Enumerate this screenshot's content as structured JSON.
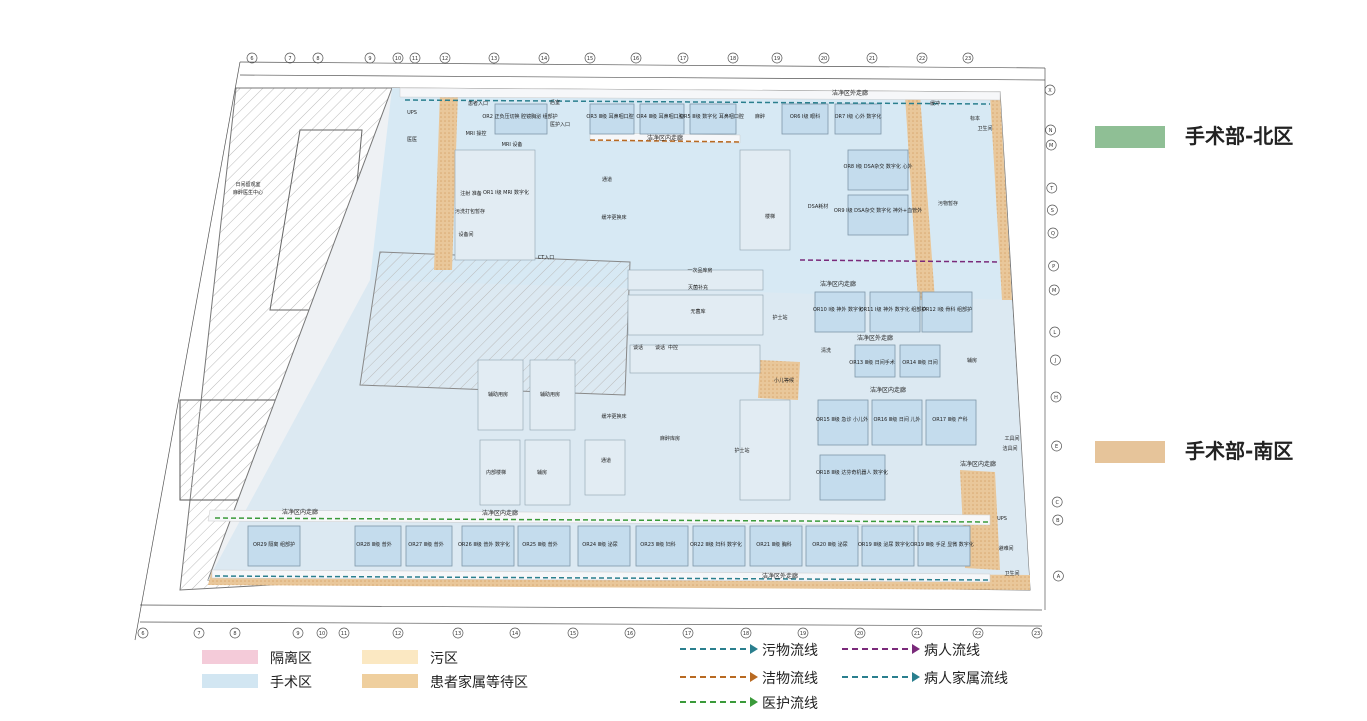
{
  "colors": {
    "north": "#8fbf95",
    "south": "#e6c49a",
    "isolation": "#f4cbd9",
    "surgery": "#d2e6f2",
    "dirty": "#fbe8c2",
    "waiting": "#efcf9e",
    "flow_dirty": "#2a7f8e",
    "flow_clean": "#b86a22",
    "flow_staff": "#3a9a3a",
    "flow_patient": "#7a2a7a",
    "flow_family": "#2a7f8e"
  },
  "side_legend": [
    {
      "label": "手术部-北区",
      "color_key": "north"
    },
    {
      "label": "手术部-南区",
      "color_key": "south"
    }
  ],
  "zone_legend": [
    {
      "label": "隔离区",
      "color_key": "isolation"
    },
    {
      "label": "手术区",
      "color_key": "surgery"
    },
    {
      "label": "污区",
      "color_key": "dirty"
    },
    {
      "label": "患者家属等待区",
      "color_key": "waiting"
    }
  ],
  "flow_legend": [
    {
      "label": "污物流线",
      "color_key": "flow_dirty"
    },
    {
      "label": "洁物流线",
      "color_key": "flow_clean"
    },
    {
      "label": "医护流线",
      "color_key": "flow_staff"
    },
    {
      "label": "病人流线",
      "color_key": "flow_patient"
    },
    {
      "label": "病人家属流线",
      "color_key": "flow_family"
    }
  ],
  "plan": {
    "top_grid": [
      "6",
      "7",
      "8",
      "9",
      "10",
      "11",
      "12",
      "13",
      "14",
      "15",
      "16",
      "17",
      "18",
      "19",
      "20",
      "21",
      "22",
      "23"
    ],
    "bottom_grid": [
      "6",
      "7",
      "8",
      "9",
      "10",
      "11",
      "12",
      "13",
      "14",
      "15",
      "16",
      "17",
      "18",
      "19",
      "20",
      "21",
      "22",
      "23"
    ],
    "right_grid": [
      "X",
      "N",
      "M",
      "T",
      "S",
      "Q",
      "P",
      "M",
      "L",
      "J",
      "H",
      "E",
      "C",
      "B",
      "A"
    ],
    "corridors": [
      {
        "id": "north-outer",
        "label": "洁净区外走廊"
      },
      {
        "id": "north-inner",
        "label": "洁净区内走廊"
      },
      {
        "id": "east-inner-1",
        "label": "洁净区内走廊"
      },
      {
        "id": "east-outer",
        "label": "洁净区外走廊"
      },
      {
        "id": "east-inner-2",
        "label": "洁净区内走廊"
      },
      {
        "id": "east-inner-3",
        "label": "洁净区内走廊"
      },
      {
        "id": "south-inner",
        "label": "洁净区内走廊"
      },
      {
        "id": "south-inner-2",
        "label": "洁净区内走廊"
      },
      {
        "id": "south-outer",
        "label": "洁净区外走廊"
      }
    ],
    "rooms": [
      {
        "id": "r-pt-entry",
        "label": "患者入口"
      },
      {
        "id": "r-or2",
        "label": "OR2 正负压切换 腔镜胸泌 组部护"
      },
      {
        "id": "r-back",
        "label": "后室"
      },
      {
        "id": "r-staff-entry",
        "label": "医护入口"
      },
      {
        "id": "r-or3",
        "label": "OR3 Ⅲ级 耳鼻咽口腔"
      },
      {
        "id": "r-or4",
        "label": "OR4 Ⅲ级 耳鼻咽口腔"
      },
      {
        "id": "r-or5",
        "label": "OR5 Ⅲ级 数字化 耳鼻咽口腔"
      },
      {
        "id": "r-anes",
        "label": "麻醉"
      },
      {
        "id": "r-or6",
        "label": "OR6 Ⅰ级 眼科"
      },
      {
        "id": "r-or7",
        "label": "OR7 Ⅰ级 心外 数字化"
      },
      {
        "id": "r-buffer-n",
        "label": "缓冲"
      },
      {
        "id": "r-std",
        "label": "标本"
      },
      {
        "id": "r-hygiene",
        "label": "卫生间"
      },
      {
        "id": "r-ups-n",
        "label": "UPS"
      },
      {
        "id": "r-medical",
        "label": "医医"
      },
      {
        "id": "r-mri-ctrl",
        "label": "MRI 操控"
      },
      {
        "id": "r-mri-equip",
        "label": "MRI 设备"
      },
      {
        "id": "r-or1-mri",
        "label": "OR1 Ⅰ级 MRI 数字化"
      },
      {
        "id": "r-or8",
        "label": "OR8 Ⅰ级 DSA杂交 数字化 心外"
      },
      {
        "id": "r-or9",
        "label": "OR9 Ⅰ级 DSA杂交 数字化 神外+血管外"
      },
      {
        "id": "r-channel-n",
        "label": "通道"
      },
      {
        "id": "r-dirty-store",
        "label": "污物暂存"
      },
      {
        "id": "r-inject",
        "label": "注射 准备"
      },
      {
        "id": "r-wash",
        "label": "污洗打包暂存"
      },
      {
        "id": "r-equip",
        "label": "设备间"
      },
      {
        "id": "r-dsa",
        "label": "DSA耗材"
      },
      {
        "id": "r-stair",
        "label": "楼梯"
      },
      {
        "id": "r-buffer-change",
        "label": "缓冲更换床"
      },
      {
        "id": "r-ct-entry",
        "label": "CT入口"
      },
      {
        "id": "r-once-store",
        "label": "一次品库房"
      },
      {
        "id": "r-sterile-fill",
        "label": "灭菌补充"
      },
      {
        "id": "r-sterile",
        "label": "无菌库"
      },
      {
        "id": "r-nurse-n",
        "label": "护士站"
      },
      {
        "id": "r-or10",
        "label": "OR10 Ⅰ级 神外 数字化"
      },
      {
        "id": "r-or11",
        "label": "OR11 Ⅰ级 神外 数字化 组部护"
      },
      {
        "id": "r-or12",
        "label": "OR12 Ⅰ级 骨科 组部护"
      },
      {
        "id": "r-clean",
        "label": "清洗"
      },
      {
        "id": "r-control",
        "label": "中控"
      },
      {
        "id": "r-talk1",
        "label": "谈话"
      },
      {
        "id": "r-talk2",
        "label": "谈话"
      },
      {
        "id": "r-or13",
        "label": "OR13 Ⅲ级 日间手术"
      },
      {
        "id": "r-or14",
        "label": "OR14 Ⅲ级 日间"
      },
      {
        "id": "r-aux",
        "label": "辅房"
      },
      {
        "id": "r-child",
        "label": "小儿等候"
      },
      {
        "id": "r-aux-store1",
        "label": "辅助用房"
      },
      {
        "id": "r-aux-store2",
        "label": "辅助用房"
      },
      {
        "id": "r-buffer-s",
        "label": "缓冲更换床"
      },
      {
        "id": "r-anes-store",
        "label": "麻醉库房"
      },
      {
        "id": "r-or15",
        "label": "OR15 Ⅲ级 急诊 小儿外"
      },
      {
        "id": "r-or16",
        "label": "OR16 Ⅲ级 日间 儿外"
      },
      {
        "id": "r-or17",
        "label": "OR17 Ⅲ级 产科"
      },
      {
        "id": "r-nurse-s",
        "label": "护士站"
      },
      {
        "id": "r-inner-stair",
        "label": "内部楼梯"
      },
      {
        "id": "r-channel-s",
        "label": "通道"
      },
      {
        "id": "r-aux-s",
        "label": "辅房"
      },
      {
        "id": "r-or18",
        "label": "OR18 Ⅲ级 达芬奇机器人 数字化"
      },
      {
        "id": "r-tools",
        "label": "工具间"
      },
      {
        "id": "r-clean-room",
        "label": "洁具间"
      },
      {
        "id": "r-ups-s",
        "label": "UPS"
      },
      {
        "id": "r-shelter",
        "label": "避难间"
      },
      {
        "id": "r-hygiene-s",
        "label": "卫生间"
      },
      {
        "id": "r-or29",
        "label": "OR29 隔离 组部护"
      },
      {
        "id": "r-or28",
        "label": "OR28 Ⅲ级 普外"
      },
      {
        "id": "r-or27",
        "label": "OR27 Ⅲ级 普外"
      },
      {
        "id": "r-or26",
        "label": "OR26 Ⅲ级 普外 数字化"
      },
      {
        "id": "r-or25",
        "label": "OR25 Ⅲ级 普外"
      },
      {
        "id": "r-or24",
        "label": "OR24 Ⅲ级 泌尿"
      },
      {
        "id": "r-or23",
        "label": "OR23 Ⅲ级 妇科"
      },
      {
        "id": "r-or22",
        "label": "OR22 Ⅲ级 妇科 数字化"
      },
      {
        "id": "r-or21",
        "label": "OR21 Ⅲ级 胸科"
      },
      {
        "id": "r-or20",
        "label": "OR20 Ⅲ级 泌尿"
      },
      {
        "id": "r-or19",
        "label": "OR19 Ⅲ级 泌尿 数字化"
      },
      {
        "id": "r-or-x",
        "label": "OR19 Ⅲ级 手足 显微 数字化"
      },
      {
        "id": "r-ward-office",
        "label": "日间留观室"
      },
      {
        "id": "r-ward-center",
        "label": "麻醉医生中心"
      }
    ]
  }
}
